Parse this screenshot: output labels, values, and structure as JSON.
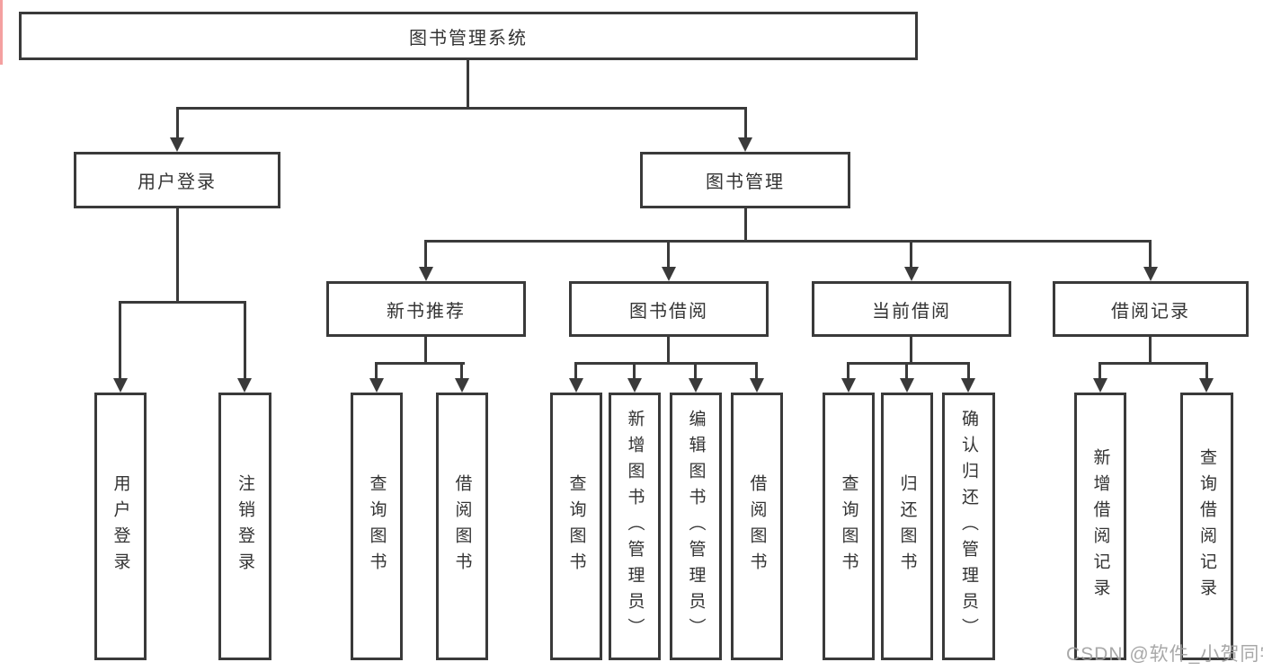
{
  "diagram": {
    "title": "图书管理系统",
    "nodes": {
      "root": "图书管理系统",
      "level2": [
        "用户登录",
        "图书管理"
      ],
      "level3": [
        "新书推荐",
        "图书借阅",
        "当前借阅",
        "借阅记录"
      ],
      "leaves": [
        "用户登录",
        "注销登录",
        "查询图书",
        "借阅图书",
        "查询图书",
        "新增图书（管理员）",
        "编辑图书（管理员）",
        "借阅图书",
        "查询图书",
        "归还图书",
        "确认归还（管理员）",
        "新增借阅记录",
        "查询借阅记录"
      ]
    },
    "hierarchy": {
      "图书管理系统": [
        "用户登录",
        "图书管理"
      ],
      "用户登录": [
        "用户登录",
        "注销登录"
      ],
      "图书管理": [
        "新书推荐",
        "图书借阅",
        "当前借阅",
        "借阅记录"
      ],
      "新书推荐": [
        "查询图书",
        "借阅图书"
      ],
      "图书借阅": [
        "查询图书",
        "新增图书（管理员）",
        "编辑图书（管理员）",
        "借阅图书"
      ],
      "当前借阅": [
        "查询图书",
        "归还图书",
        "确认归还（管理员）"
      ],
      "借阅记录": [
        "新增借阅记录",
        "查询借阅记录"
      ]
    }
  },
  "watermark": "CSDN @软件_小贺同学",
  "colors": {
    "line": "#3a3a3a",
    "box_border": "#3a3a3a",
    "text": "#333333",
    "background": "#ffffff",
    "watermark": "#9e9e9e",
    "left_edge_artifact": "#f08080"
  }
}
